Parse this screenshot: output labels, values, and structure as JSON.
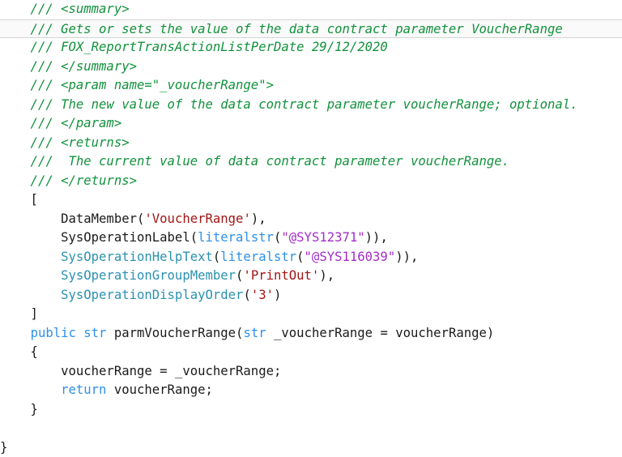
{
  "app": {
    "description": "Code editor view showing X++ source of a data contract parm method",
    "language": "X++",
    "method_name": "parmVoucherRange",
    "class_context_hint": "FOX_ReportTransActionListPerDate"
  },
  "colors": {
    "background": "#ffffff",
    "plain": "#1a1a1a",
    "comment": "#12913c",
    "keyword": "#2e90e8",
    "attribute_class": "#2b91af",
    "string_single": "#a31515",
    "string_label": "#a32ccb",
    "current_line_border": "#d4d4d4",
    "current_line_bg": "#fafafa"
  },
  "editor": {
    "current_line_number": 2,
    "lines": [
      {
        "seg": [
          {
            "t": "    /// <summary>",
            "c": "comment"
          }
        ]
      },
      {
        "current": true,
        "seg": [
          {
            "t": "    /// Gets or sets the value of the data contract parameter VoucherRange",
            "c": "comment"
          }
        ]
      },
      {
        "seg": [
          {
            "t": "    /// FOX_ReportTransActionListPerDate 29/12/2020",
            "c": "comment"
          }
        ]
      },
      {
        "seg": [
          {
            "t": "    /// </summary>",
            "c": "comment"
          }
        ]
      },
      {
        "seg": [
          {
            "t": "    /// <param name=\"_voucherRange\">",
            "c": "comment"
          }
        ]
      },
      {
        "seg": [
          {
            "t": "    /// The new value of the data contract parameter voucherRange; optional.",
            "c": "comment"
          }
        ]
      },
      {
        "seg": [
          {
            "t": "    /// </param>",
            "c": "comment"
          }
        ]
      },
      {
        "seg": [
          {
            "t": "    /// <returns>",
            "c": "comment"
          }
        ]
      },
      {
        "seg": [
          {
            "t": "    ///  The current value of data contract parameter voucherRange.",
            "c": "comment"
          }
        ]
      },
      {
        "seg": [
          {
            "t": "    /// </returns>",
            "c": "comment"
          }
        ]
      },
      {
        "seg": [
          {
            "t": "    [",
            "c": "plain"
          }
        ]
      },
      {
        "seg": [
          {
            "t": "        DataMember(",
            "c": "plain"
          },
          {
            "t": "'VoucherRange'",
            "c": "string"
          },
          {
            "t": "),",
            "c": "plain"
          }
        ]
      },
      {
        "seg": [
          {
            "t": "        SysOperationLabel(",
            "c": "plain"
          },
          {
            "t": "literalstr",
            "c": "keyword"
          },
          {
            "t": "(",
            "c": "plain"
          },
          {
            "t": "\"@SYS12371\"",
            "c": "label"
          },
          {
            "t": ")),",
            "c": "plain"
          }
        ]
      },
      {
        "seg": [
          {
            "t": "        ",
            "c": "plain"
          },
          {
            "t": "SysOperationHelpText",
            "c": "type"
          },
          {
            "t": "(",
            "c": "plain"
          },
          {
            "t": "literalstr",
            "c": "keyword"
          },
          {
            "t": "(",
            "c": "plain"
          },
          {
            "t": "\"@SYS116039\"",
            "c": "label"
          },
          {
            "t": ")),",
            "c": "plain"
          }
        ]
      },
      {
        "seg": [
          {
            "t": "        ",
            "c": "plain"
          },
          {
            "t": "SysOperationGroupMember",
            "c": "type"
          },
          {
            "t": "(",
            "c": "plain"
          },
          {
            "t": "'PrintOut'",
            "c": "string"
          },
          {
            "t": "),",
            "c": "plain"
          }
        ]
      },
      {
        "seg": [
          {
            "t": "        ",
            "c": "plain"
          },
          {
            "t": "SysOperationDisplayOrder",
            "c": "type"
          },
          {
            "t": "(",
            "c": "plain"
          },
          {
            "t": "'3'",
            "c": "string"
          },
          {
            "t": ")",
            "c": "plain"
          }
        ]
      },
      {
        "seg": [
          {
            "t": "    ]",
            "c": "plain"
          }
        ]
      },
      {
        "seg": [
          {
            "t": "    ",
            "c": "plain"
          },
          {
            "t": "public str",
            "c": "keyword"
          },
          {
            "t": " parmVoucherRange(",
            "c": "plain"
          },
          {
            "t": "str",
            "c": "keyword"
          },
          {
            "t": " _voucherRange = voucherRange)",
            "c": "plain"
          }
        ]
      },
      {
        "seg": [
          {
            "t": "    {",
            "c": "plain"
          }
        ]
      },
      {
        "seg": [
          {
            "t": "        voucherRange = _voucherRange;",
            "c": "plain"
          }
        ]
      },
      {
        "seg": [
          {
            "t": "        ",
            "c": "plain"
          },
          {
            "t": "return",
            "c": "keyword"
          },
          {
            "t": " voucherRange;",
            "c": "plain"
          }
        ]
      },
      {
        "seg": [
          {
            "t": "    }",
            "c": "plain"
          }
        ]
      },
      {
        "seg": [
          {
            "t": "",
            "c": "plain"
          }
        ]
      },
      {
        "seg": [
          {
            "t": "}",
            "c": "plain"
          }
        ]
      }
    ]
  }
}
